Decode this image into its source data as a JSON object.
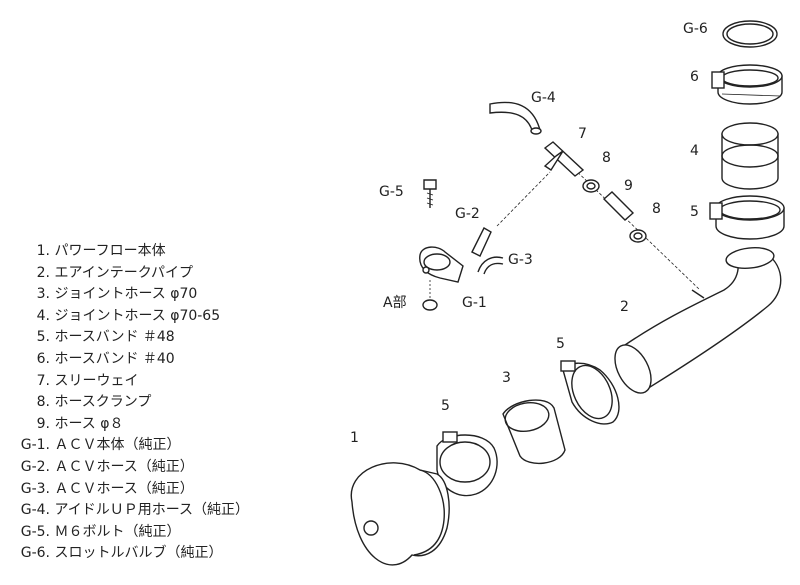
{
  "legend": [
    {
      "num": "1.",
      "text": "パワーフロー本体"
    },
    {
      "num": "2.",
      "text": "エアインテークパイプ"
    },
    {
      "num": "3.",
      "text": "ジョイントホース φ70"
    },
    {
      "num": "4.",
      "text": "ジョイントホース φ70-65"
    },
    {
      "num": "5.",
      "text": "ホースバンド ＃48"
    },
    {
      "num": "6.",
      "text": "ホースバンド ＃40"
    },
    {
      "num": "7.",
      "text": "スリーウェイ"
    },
    {
      "num": "8.",
      "text": "ホースクランプ"
    },
    {
      "num": "9.",
      "text": "ホース φ８"
    },
    {
      "num": "G-1.",
      "text": "ＡＣＶ本体（純正）"
    },
    {
      "num": "G-2.",
      "text": "ＡＣＶホース（純正）"
    },
    {
      "num": "G-3.",
      "text": "ＡＣＶホース（純正）"
    },
    {
      "num": "G-4.",
      "text": "アイドルＵＰ用ホース（純正）"
    },
    {
      "num": "G-5.",
      "text": "Ｍ６ボルト（純正）"
    },
    {
      "num": "G-6.",
      "text": "スロットルバルブ（純正）"
    }
  ],
  "labels": {
    "g6": "G-6",
    "six": "6",
    "four": "4",
    "five_top": "5",
    "g4": "G-4",
    "seven": "7",
    "eight_a": "8",
    "nine": "9",
    "eight_b": "8",
    "g5": "G-5",
    "g2": "G-2",
    "g3": "G-3",
    "a_part": "A部",
    "g1": "G-1",
    "two": "2",
    "five_mid": "5",
    "three": "3",
    "five_low": "5",
    "one": "1"
  }
}
